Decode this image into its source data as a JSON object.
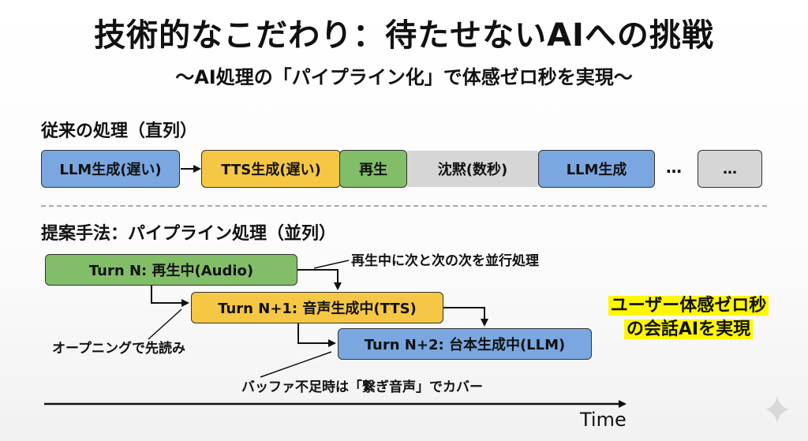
{
  "title": "技術的なこだわり：待たせないAIへの挑戦",
  "subtitle": "〜AI処理の「パイプライン化」で体感ゼロ秒を実現〜",
  "serial": {
    "heading": "従来の処理（直列）",
    "steps": [
      "LLM生成(遅い)",
      "TTS生成(遅い)",
      "再生",
      "沈黙(数秒)",
      "LLM生成",
      "…",
      "…"
    ]
  },
  "pipeline": {
    "heading": "提案手法：パイプライン処理（並列）",
    "turns": [
      "Turn N: 再生中(Audio)",
      "Turn N+1: 音声生成中(TTS)",
      "Turn N+2: 台本生成中(LLM)"
    ],
    "notes": {
      "parallel": "再生中に次と次の次を並行処理",
      "prefetch": "オープニングで先読み",
      "buffer": "バッファ不足時は「繋ぎ音声」でカバー"
    },
    "highlight": [
      "ユーザー体感ゼロ秒",
      "の会話AIを実現"
    ],
    "time_label": "Time"
  },
  "colors": {
    "llm": "#7aa7e0",
    "tts": "#f6c744",
    "play": "#82bd68",
    "silence": "#d6d6d6",
    "highlight": "#fff700"
  }
}
